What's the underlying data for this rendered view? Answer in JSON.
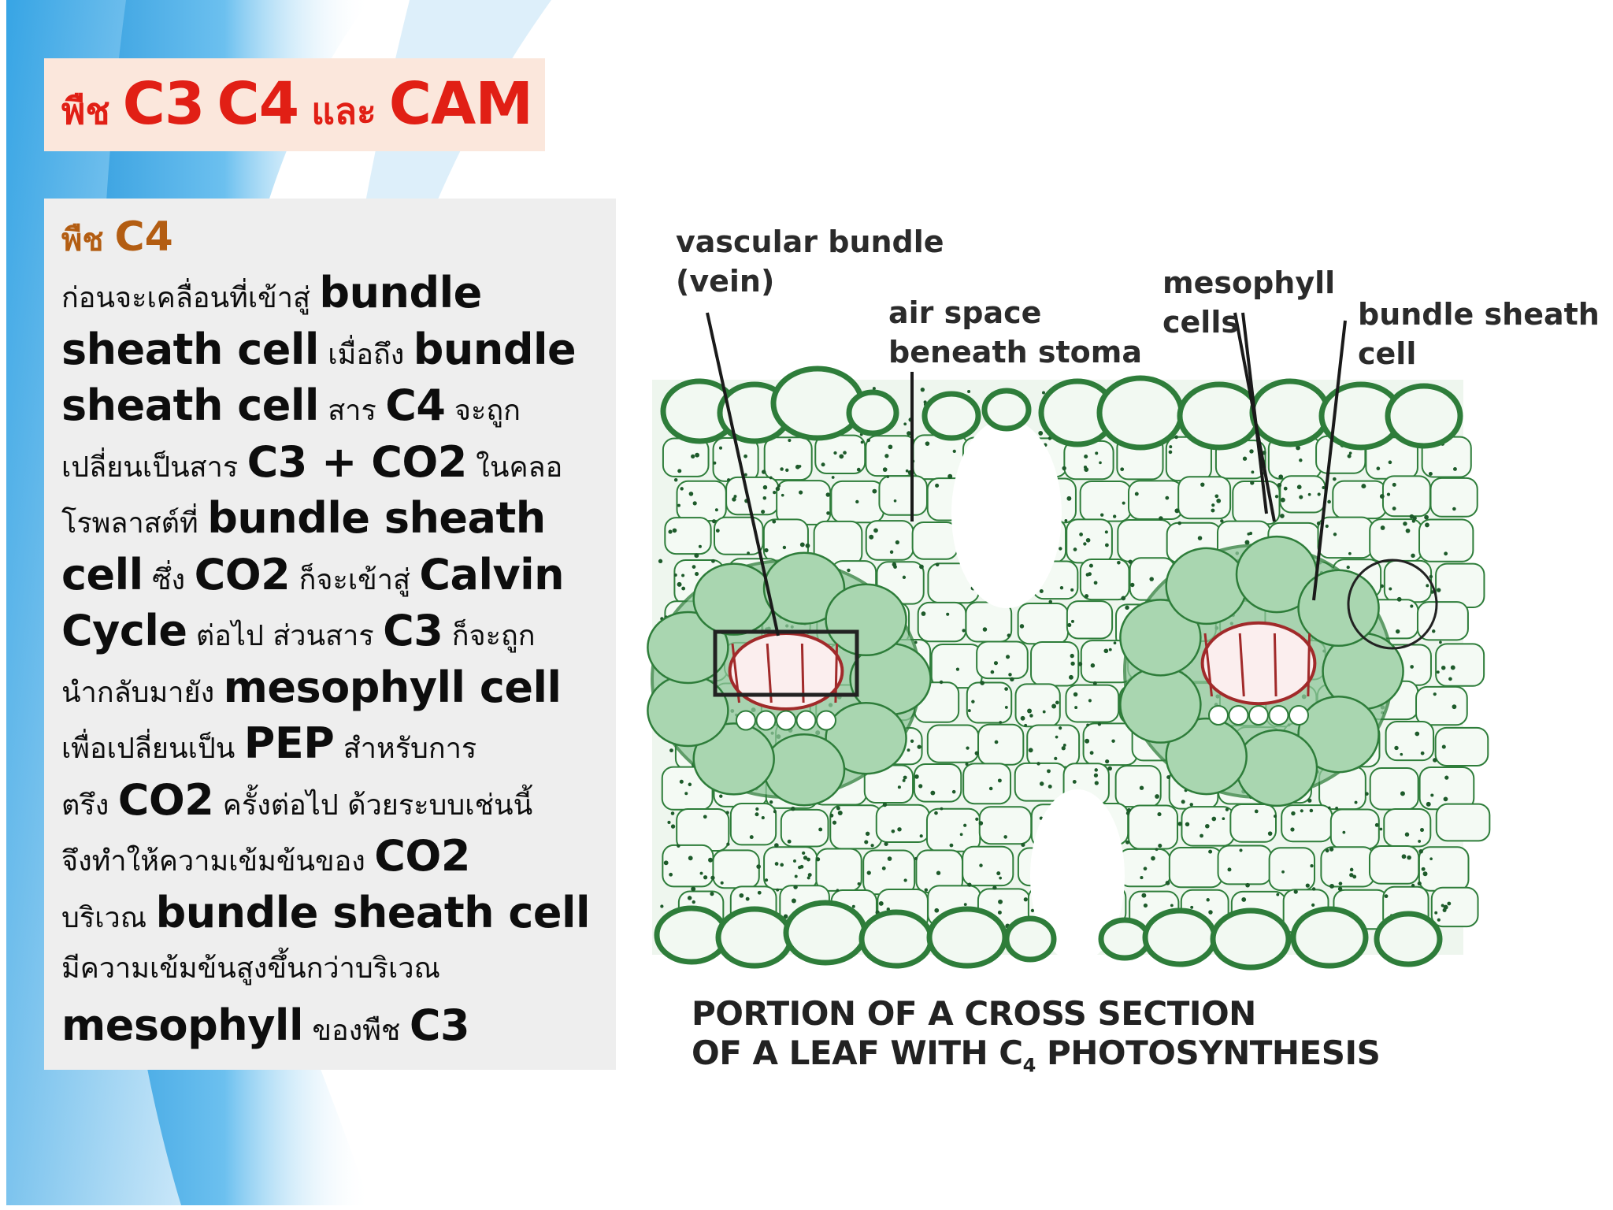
{
  "title": {
    "prefix": "พืช",
    "c3": "C3",
    "c4": "C4",
    "and": "และ",
    "cam": "CAM"
  },
  "subheading": {
    "thai": "พืช",
    "latin": "C4"
  },
  "body_lines": [
    [
      {
        "t": "ก่อนจะเคลื่อนที่เข้าสู่ ",
        "b": false
      },
      {
        "t": "bundle",
        "b": true
      }
    ],
    [
      {
        "t": "sheath cell",
        "b": true
      },
      {
        "t": " เมื่อถึง ",
        "b": false
      },
      {
        "t": "bundle",
        "b": true
      }
    ],
    [
      {
        "t": "sheath cell",
        "b": true
      },
      {
        "t": " สาร ",
        "b": false
      },
      {
        "t": "C4",
        "b": true
      },
      {
        "t": " จะถูก",
        "b": false
      }
    ],
    [
      {
        "t": "เปลี่ยนเป็นสาร ",
        "b": false
      },
      {
        "t": "C3 + CO2",
        "b": true
      },
      {
        "t": " ในคลอ",
        "b": false
      }
    ],
    [
      {
        "t": "โรพลาสต์ที่ ",
        "b": false
      },
      {
        "t": "bundle sheath",
        "b": true
      }
    ],
    [
      {
        "t": "cell",
        "b": true
      },
      {
        "t": " ซึ่ง ",
        "b": false
      },
      {
        "t": "CO2",
        "b": true
      },
      {
        "t": " ก็จะเข้าสู่ ",
        "b": false
      },
      {
        "t": "Calvin",
        "b": true
      }
    ],
    [
      {
        "t": "Cycle",
        "b": true
      },
      {
        "t": " ต่อไป ส่วนสาร ",
        "b": false
      },
      {
        "t": "C3",
        "b": true
      },
      {
        "t": " ก็จะถูก",
        "b": false
      }
    ],
    [
      {
        "t": "นำกลับมายัง ",
        "b": false
      },
      {
        "t": "mesophyll cell",
        "b": true
      }
    ],
    [
      {
        "t": "เพื่อเปลี่ยนเป็น ",
        "b": false
      },
      {
        "t": "PEP",
        "b": true
      },
      {
        "t": " สำหรับการ",
        "b": false
      }
    ],
    [
      {
        "t": "ตรึง ",
        "b": false
      },
      {
        "t": "CO2",
        "b": true
      },
      {
        "t": " ครั้งต่อไป ด้วยระบบเช่นนี้",
        "b": false
      }
    ],
    [
      {
        "t": "จึงทำให้ความเข้มข้นของ ",
        "b": false
      },
      {
        "t": "CO2",
        "b": true
      }
    ],
    [
      {
        "t": "บริเวณ ",
        "b": false
      },
      {
        "t": "bundle sheath cell",
        "b": true
      }
    ],
    [
      {
        "t": "มีความเข้มข้นสูงขึ้นกว่าบริเวณ",
        "b": false
      }
    ],
    [
      {
        "t": "mesophyll",
        "b": true
      },
      {
        "t": " ของพืช ",
        "b": false
      },
      {
        "t": "C3",
        "b": true
      }
    ]
  ],
  "figure": {
    "labels": {
      "vascular_1": "vascular bundle",
      "vascular_2": "(vein)",
      "air_1": "air space",
      "air_2": "beneath stoma",
      "meso_1": "mesophyll",
      "meso_2": "cells",
      "sheath_1": "bundle sheath",
      "sheath_2": "cell"
    },
    "caption_1": "PORTION OF A CROSS SECTION",
    "caption_2a": "OF A LEAF WITH C",
    "caption_2sub": "4",
    "caption_2b": " PHOTOSYNTHESIS"
  },
  "colors": {
    "title_red": "#e11f15",
    "subhead_brown": "#b35d12",
    "cell_green": "#2e7d3a",
    "sheath_fill": "#8fc79a",
    "vein_red": "#a12a2a",
    "swoosh_blue": "#1e9be0"
  }
}
